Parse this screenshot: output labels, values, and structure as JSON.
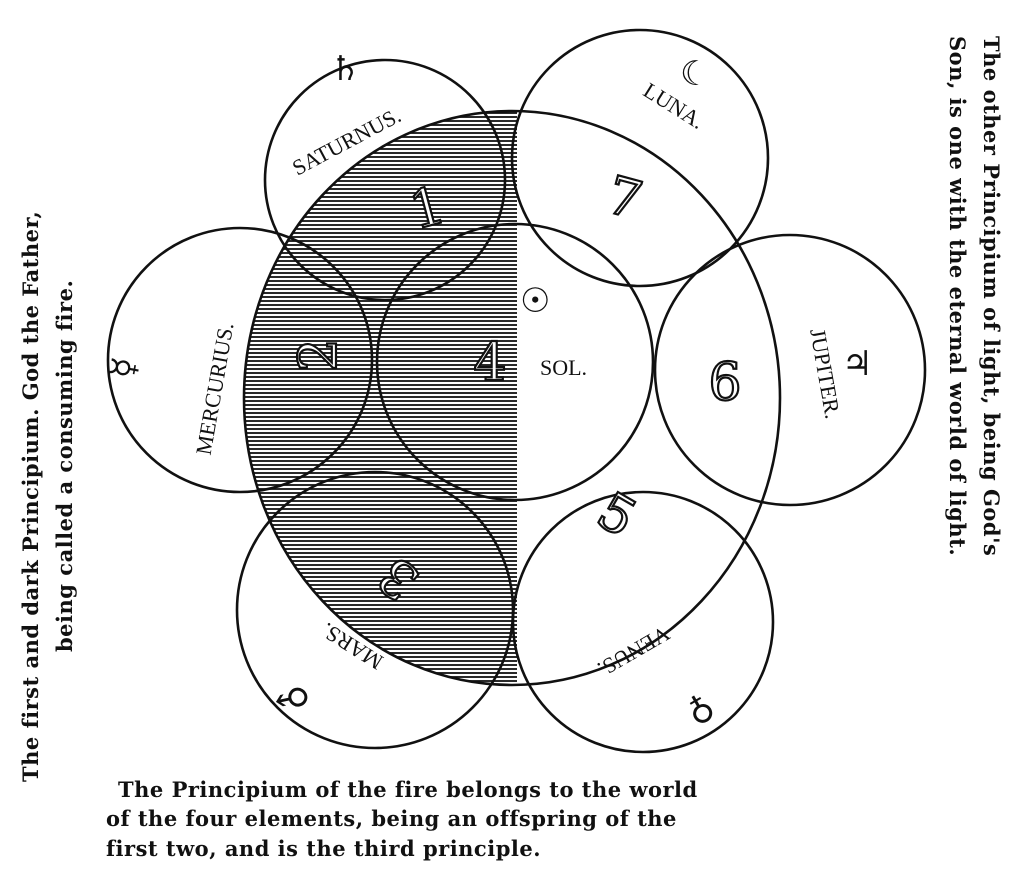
{
  "side_left": {
    "line1": "The first and dark Principium. God the Father,",
    "line2": "being called a consuming fire."
  },
  "side_right": {
    "line1": "The other Principium of light, being God's",
    "line2": "Son, is one with the eternal world of light."
  },
  "caption": {
    "line1": "The Principium of the fire belongs to the world",
    "line2": "of the four elements, being an offspring of the",
    "line3": "first two, and is the third principle."
  },
  "planets": {
    "saturnus": {
      "label": "SATURNUS.",
      "symbol": "♄",
      "number": "1"
    },
    "mercurius": {
      "label": "MERCURIUS.",
      "symbol": "☿",
      "number": "2"
    },
    "mars": {
      "label": "MARS.",
      "symbol": "♂",
      "number": "3"
    },
    "sol": {
      "label": "SOL.",
      "symbol": "☉",
      "number": "4"
    },
    "venus": {
      "label": "VENUS.",
      "symbol": "♀",
      "number": "5"
    },
    "jupiter": {
      "label": "JUPITER.",
      "symbol": "♃",
      "number": "6"
    },
    "luna": {
      "label": "LUNA.",
      "symbol": "☾",
      "number": "7"
    }
  },
  "colors": {
    "ink": "#111111",
    "paper": "#ffffff"
  }
}
